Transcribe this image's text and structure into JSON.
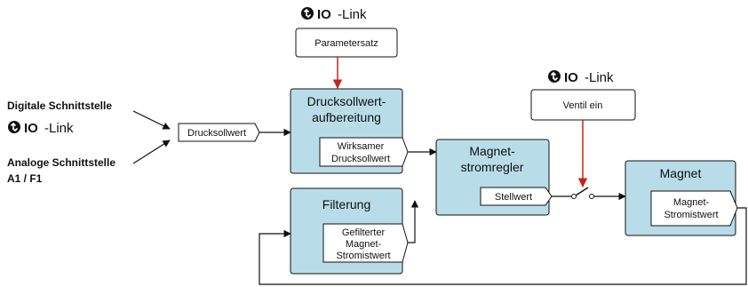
{
  "iolink": {
    "io": "IO",
    "link": "-Link"
  },
  "inputs": {
    "digital": "Digitale Schnittstelle",
    "analog_line1": "Analoge Schnittstelle",
    "analog_line2": "A1 / F1"
  },
  "boxes": {
    "parametersatz": "Parametersatz",
    "ventil_ein": "Ventil ein",
    "drucksollwert_input": "Drucksollwert"
  },
  "blocks": {
    "aufbereitung": {
      "title_line1": "Drucksollwert-",
      "title_line2": "aufbereitung",
      "output_line1": "Wirksamer",
      "output_line2": "Drucksollwert"
    },
    "filterung": {
      "title": "Filterung",
      "output_line1": "Gefilterter",
      "output_line2": "Magnet-",
      "output_line3": "Stromistwert"
    },
    "stromregler": {
      "title_line1": "Magnet-",
      "title_line2": "stromregler",
      "output": "Stellwert"
    },
    "magnet": {
      "title": "Magnet",
      "output_line1": "Magnet-",
      "output_line2": "Stromistwert"
    }
  },
  "colors": {
    "block_fill": "#b8dde8",
    "control_arrow": "#c0281c",
    "stroke": "#111111"
  }
}
